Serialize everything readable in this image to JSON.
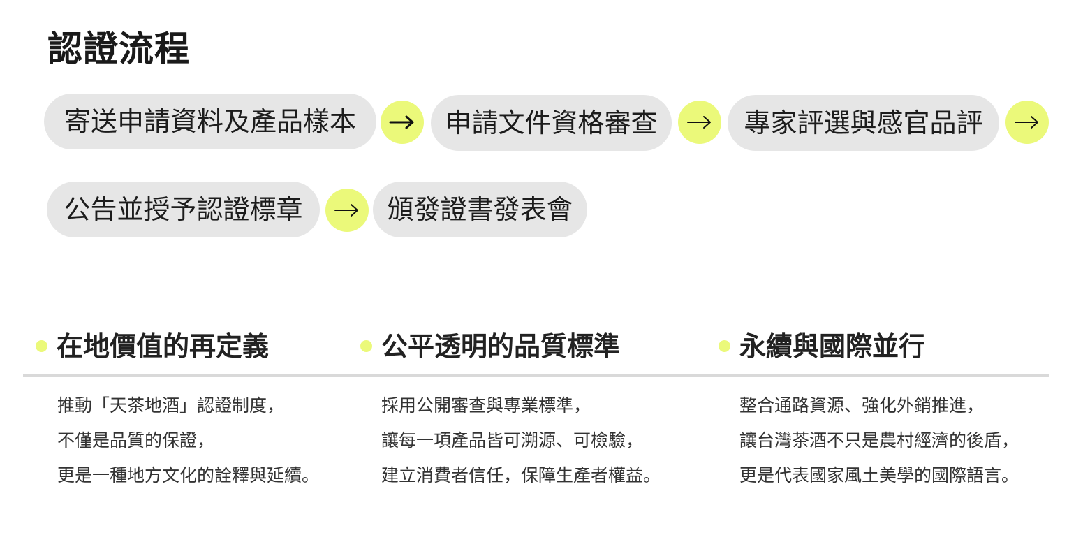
{
  "title": "認證流程",
  "process": {
    "steps": [
      "寄送申請資料及產品樣本",
      "申請文件資格審查",
      "專家評選與感官品評",
      "公告並授予認證標章",
      "頒發證書發表會"
    ],
    "arrow_icon": "arrow-right-icon",
    "arrow_color": "#ebf97a",
    "pill_color": "#e6e6e6"
  },
  "features": [
    {
      "title": "在地價值的再定義",
      "lines": [
        "推動「天茶地酒」認證制度，",
        "不僅是品質的保證，",
        "更是一種地方文化的詮釋與延續。"
      ]
    },
    {
      "title": "公平透明的品質標準",
      "lines": [
        "採用公開審查與專業標準，",
        "讓每一項產品皆可溯源、可檢驗，",
        "建立消費者信任，保障生產者權益。"
      ]
    },
    {
      "title": "永續與國際並行",
      "lines": [
        "整合通路資源、強化外銷推進，",
        "讓台灣茶酒不只是農村經濟的後盾，",
        "更是代表國家風土美學的國際語言。"
      ]
    }
  ]
}
